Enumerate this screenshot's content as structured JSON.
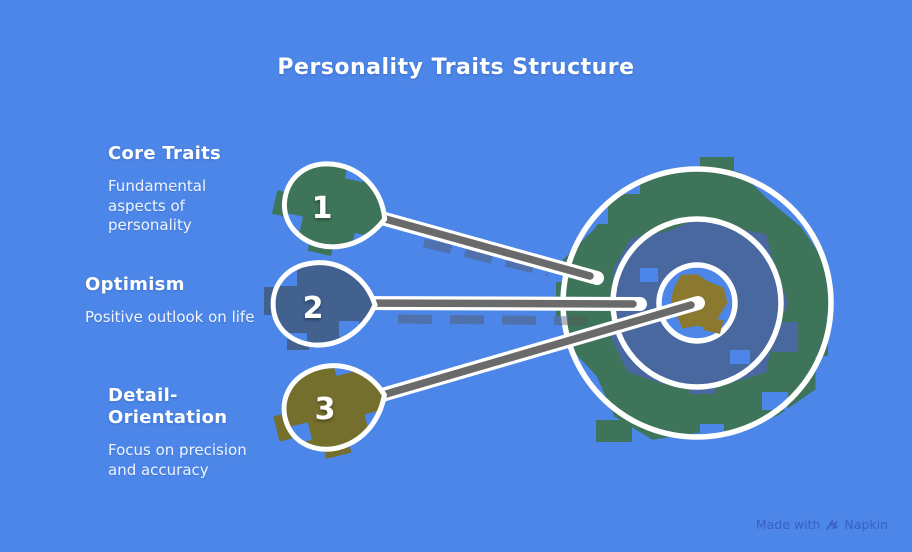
{
  "page": {
    "title": "Personality Traits Structure"
  },
  "items": [
    {
      "number": "1",
      "heading": "Core Traits",
      "description": "Fundamental aspects of personality"
    },
    {
      "number": "2",
      "heading": "Optimism",
      "description": "Positive outlook on life"
    },
    {
      "number": "3",
      "heading": "Detail-Orientation",
      "description": "Focus on precision and accuracy"
    }
  ],
  "target": {
    "rings": [
      "outer-green",
      "middle-blue",
      "bullseye-olive"
    ]
  },
  "watermark": {
    "prefix": "Made with",
    "brand": "Napkin"
  },
  "colors": {
    "background": "#4C86E8",
    "green": "#3E7459",
    "blue_dart": "#42618F",
    "blue_ring": "#48689F",
    "olive_dart": "#756F2D",
    "olive_center": "#8A792F",
    "shaft_gray": "#6A6A6A",
    "outline_white": "#FFFFFF",
    "heading_text": "#FFFFFF",
    "body_text": "#EFF4FF",
    "watermark_text": "#3A60C2",
    "smudge": "#55565A"
  }
}
